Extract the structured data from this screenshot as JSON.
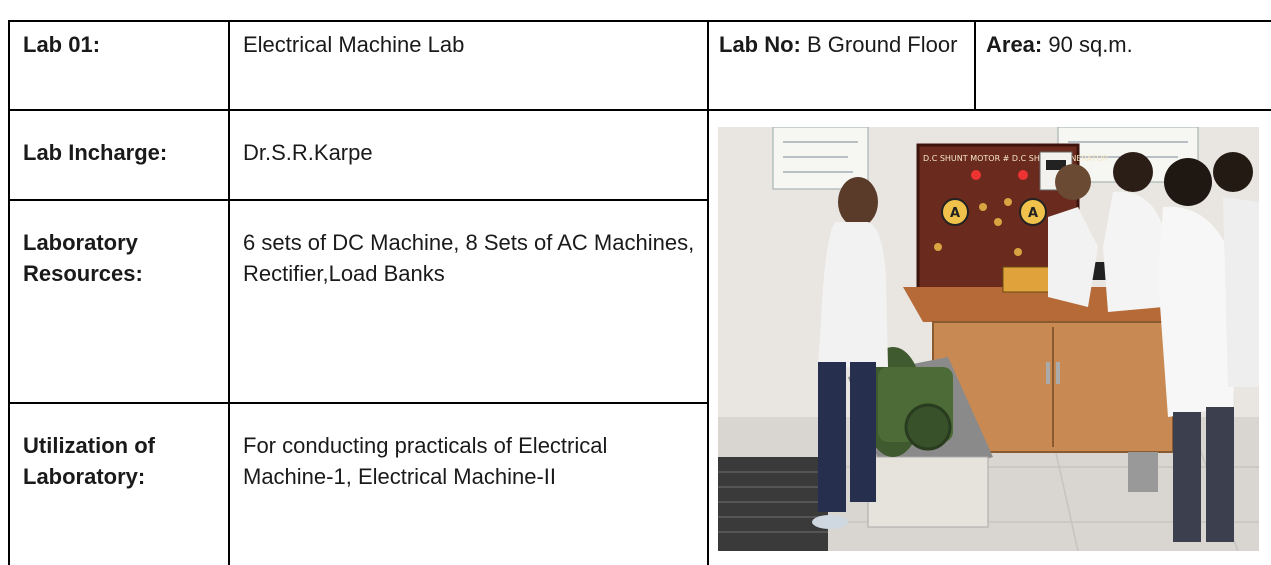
{
  "header": {
    "lab_label": "Lab 01:",
    "lab_name": "Electrical Machine Lab",
    "lab_no_label": "Lab No:",
    "lab_no_value": "B Ground Floor",
    "area_label": "Area:",
    "area_value": "90 sq.m."
  },
  "rows": [
    {
      "label": "Lab Incharge:",
      "value": "Dr.S.R.Karpe"
    },
    {
      "label": "Laboratory Resources:",
      "value": "6 sets of DC Machine, 8 Sets of AC Machines, Rectifier,Load Banks"
    },
    {
      "label": "Utilization of Laboratory:",
      "value": "For conducting practicals of Electrical Machine-1, Electrical Machine-II"
    }
  ],
  "photo": {
    "panel_text": "D.C SHUNT MOTOR  # D.C SHUNT GENERATOR",
    "meter_symbol": "A",
    "colors": {
      "panel": "#6b2a1e",
      "desk": "#b56a38",
      "wall": "#e9e6e1",
      "motor": "#3f5a2e",
      "shirt": "#f2f2f2"
    }
  }
}
